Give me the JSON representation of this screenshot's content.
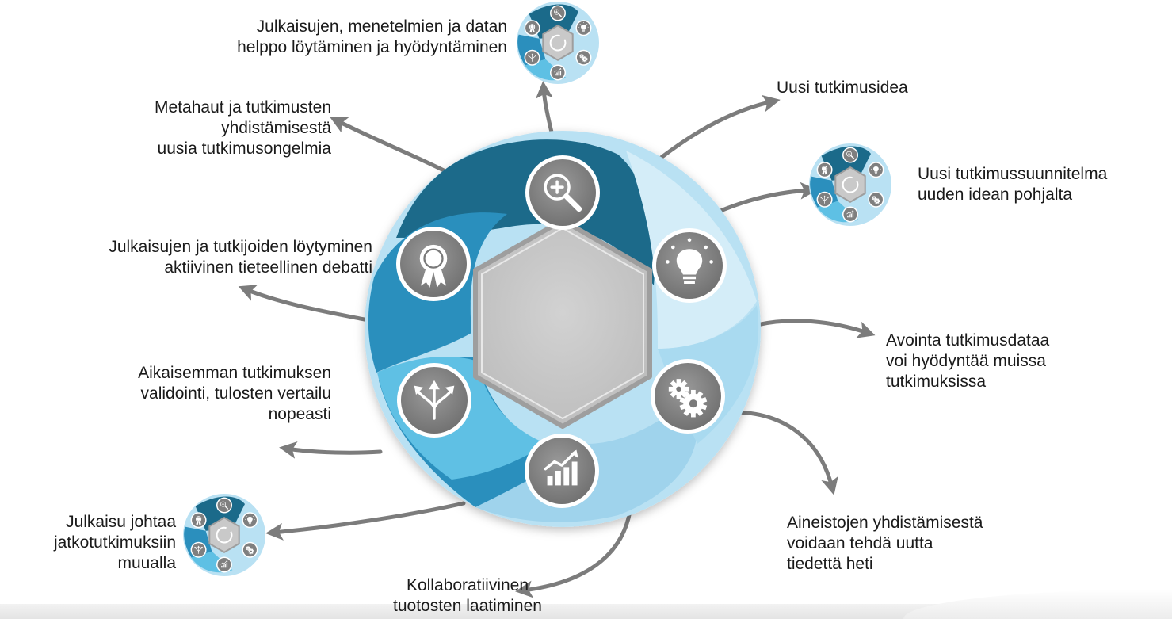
{
  "labels": {
    "findability": [
      "Julkaisujen, menetelmien ja datan",
      "helppo löytäminen ja hyödyntäminen"
    ],
    "new_idea": [
      "Uusi tutkimusidea"
    ],
    "new_plan": [
      "Uusi tutkimussuunnitelma",
      "uuden idean pohjalta"
    ],
    "metasearch": [
      "Metahaut ja tutkimusten",
      "yhdistämisestä",
      "uusia tutkimusongelmia"
    ],
    "debate": [
      "Julkaisujen ja tutkijoiden löytyminen",
      "aktiivinen tieteellinen debatti"
    ],
    "open_data": [
      "Avointa tutkimusdataa",
      "voi hyödyntää muissa",
      "tutkimuksissa"
    ],
    "validation": [
      "Aikaisemman tutkimuksen",
      "validointi, tulosten vertailu",
      "nopeasti"
    ],
    "combining": [
      "Aineistojen yhdistämisestä",
      "voidaan tehdä uutta",
      "tiedettä heti"
    ],
    "continuation": [
      "Julkaisu johtaa",
      "jatkotutkimuksiin",
      "muualla"
    ],
    "collaboration": [
      "Kollaboratiivinen",
      "tuotosten laatiminen"
    ]
  },
  "stages": [
    {
      "icon": "magnifier-plus-icon"
    },
    {
      "icon": "lightbulb-icon"
    },
    {
      "icon": "gears-icon"
    },
    {
      "icon": "growth-chart-icon"
    },
    {
      "icon": "split-arrows-icon"
    },
    {
      "icon": "award-ribbon-icon"
    }
  ],
  "colors": {
    "dark_blue": "#1b6a8a",
    "mid_blue": "#2b8fbd",
    "light_blue": "#5ec0e4",
    "pale_blue": "#b9e1f3",
    "hexagon_gray": "#c9c9c9",
    "icon_circle_gray": "#8a8a8a",
    "arrow_gray": "#7c7c7c"
  }
}
